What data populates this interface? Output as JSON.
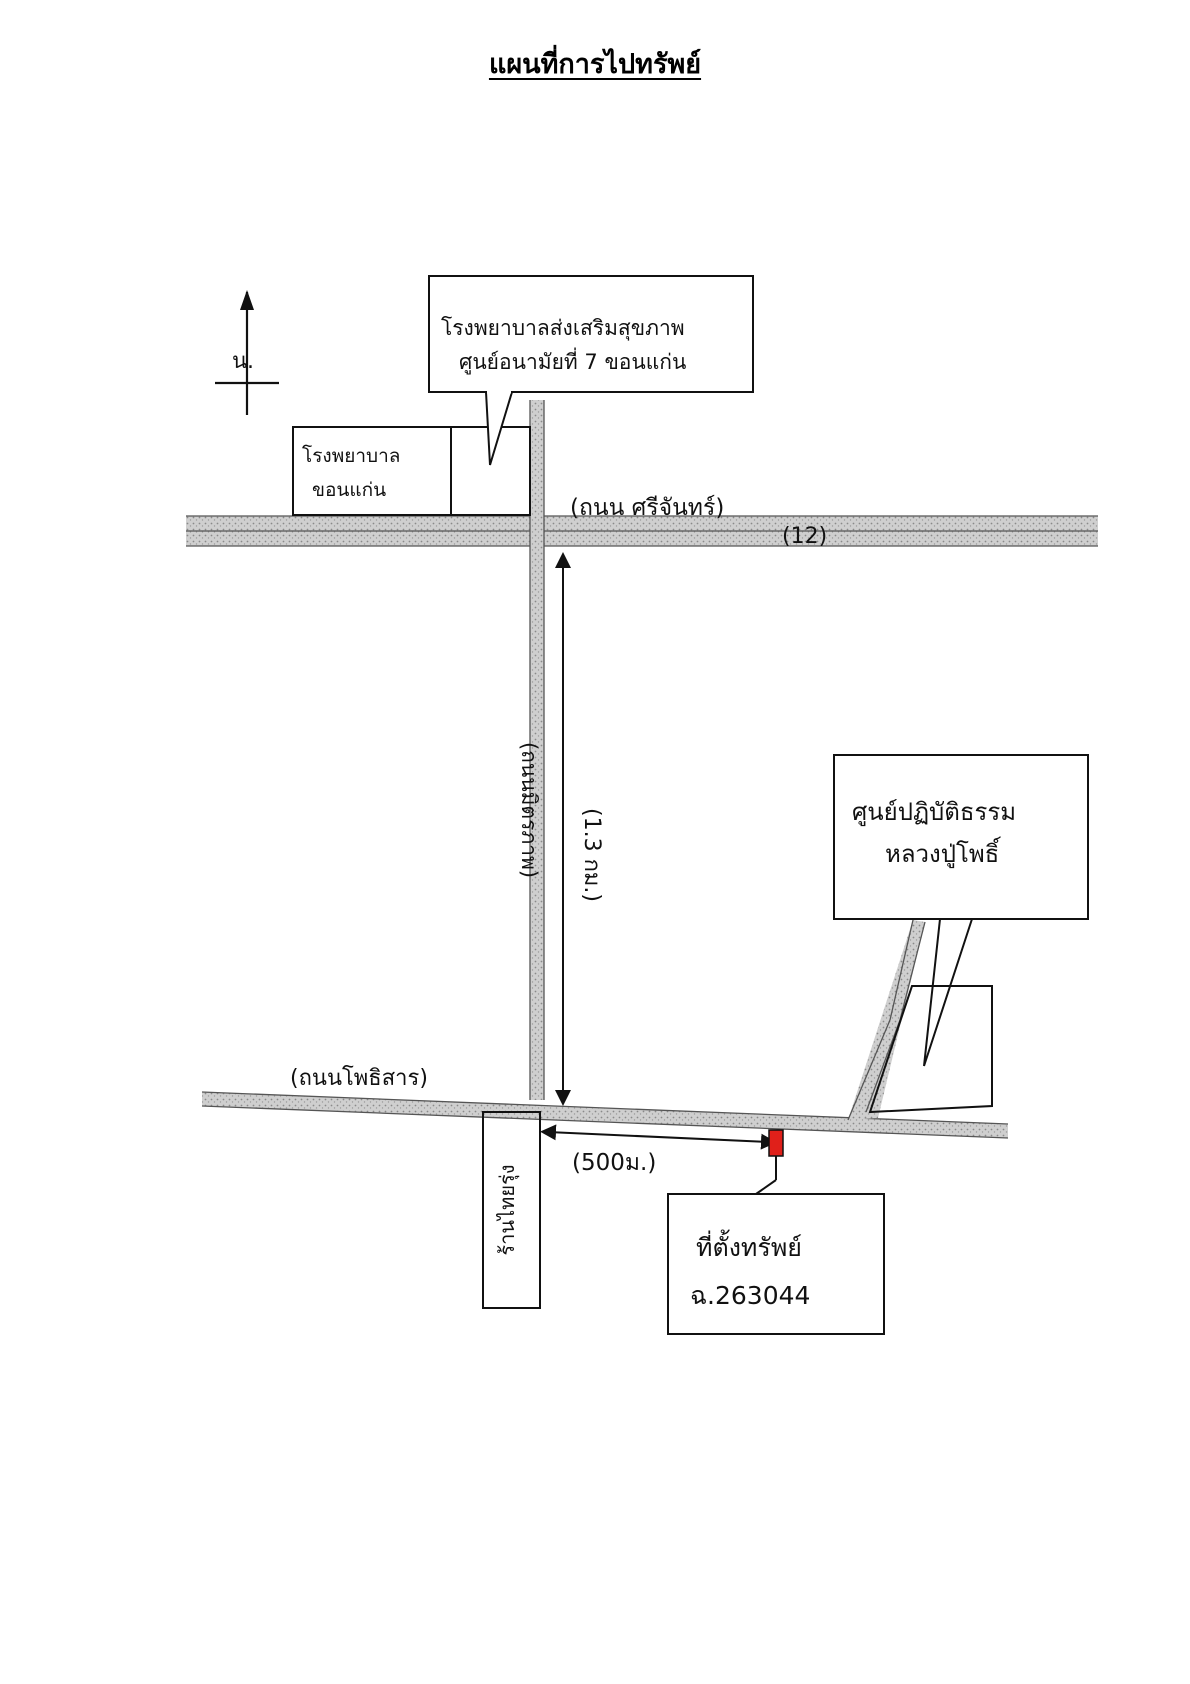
{
  "title": "แผนที่การไปทรัพย์",
  "compass": {
    "label": "น."
  },
  "roads": {
    "sri_chan": "(ถนน ศรีจันทร์)",
    "route_number": "(12)",
    "mittraphap": "(ถนนมิตรภาพ)",
    "pho_san": "(ถนนโพธิสาร)"
  },
  "distances": {
    "north_south": "(1.3 กม.)",
    "to_property": "(500ม.)"
  },
  "landmarks": {
    "health_center_line1": "โรงพยาบาลส่งเสริมสุขภาพ",
    "health_center_line2": "ศูนย์อนามัยที่ 7 ขอนแก่น",
    "khon_kaen_hospital_line1": "โรงพยาบาล",
    "khon_kaen_hospital_line2": "ขอนแก่น",
    "dharma_center_line1": "ศูนย์ปฏิบัติธรรม",
    "dharma_center_line2": "หลวงปู่โพธิ์",
    "shop": "ร้านไทยรุ่ง"
  },
  "property": {
    "line1": "ที่ตั้งทรัพย์",
    "line2": "ฉ.263044",
    "marker_color": "#e0201a"
  }
}
